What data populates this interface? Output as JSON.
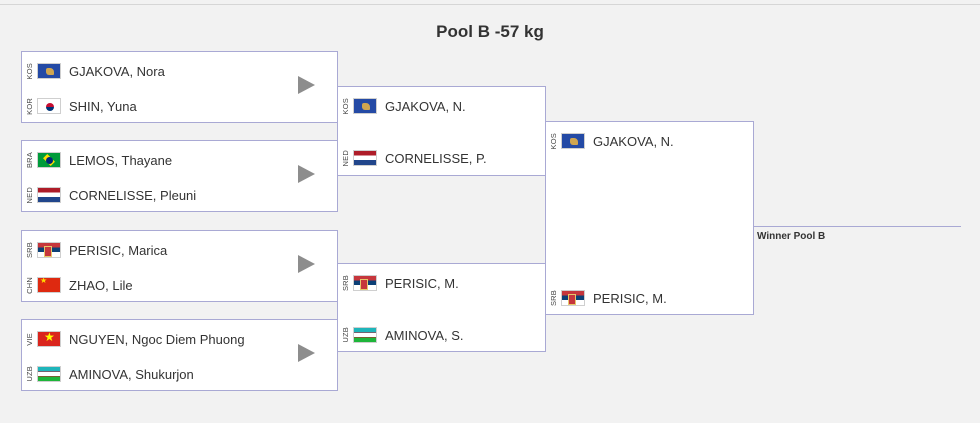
{
  "pool_title": "Pool B -57 kg",
  "winner_label": "Winner Pool B",
  "round1": [
    {
      "a": {
        "code": "KOS",
        "flag": "kosovo-flag-icon",
        "name": "GJAKOVA, Nora"
      },
      "b": {
        "code": "KOR",
        "flag": "korea-flag-icon",
        "name": "SHIN, Yuna"
      }
    },
    {
      "a": {
        "code": "BRA",
        "flag": "brazil-flag-icon",
        "name": "LEMOS, Thayane"
      },
      "b": {
        "code": "NED",
        "flag": "netherlands-flag-icon",
        "name": "CORNELISSE, Pleuni"
      }
    },
    {
      "a": {
        "code": "SRB",
        "flag": "serbia-flag-icon",
        "name": "PERISIC, Marica"
      },
      "b": {
        "code": "CHN",
        "flag": "china-flag-icon",
        "name": "ZHAO, Lile"
      }
    },
    {
      "a": {
        "code": "VIE",
        "flag": "vietnam-flag-icon",
        "name": "NGUYEN, Ngoc Diem Phuong"
      },
      "b": {
        "code": "UZB",
        "flag": "uzbekistan-flag-icon",
        "name": "AMINOVA, Shukurjon"
      }
    }
  ],
  "round2": [
    {
      "a": {
        "code": "KOS",
        "flag": "kosovo-flag-icon",
        "name": "GJAKOVA, N."
      },
      "b": {
        "code": "NED",
        "flag": "netherlands-flag-icon",
        "name": "CORNELISSE, P."
      }
    },
    {
      "a": {
        "code": "SRB",
        "flag": "serbia-flag-icon",
        "name": "PERISIC, M."
      },
      "b": {
        "code": "UZB",
        "flag": "uzbekistan-flag-icon",
        "name": "AMINOVA, S."
      }
    }
  ],
  "final": {
    "a": {
      "code": "KOS",
      "flag": "kosovo-flag-icon",
      "name": "GJAKOVA, N."
    },
    "b": {
      "code": "SRB",
      "flag": "serbia-flag-icon",
      "name": "PERISIC, M."
    }
  }
}
